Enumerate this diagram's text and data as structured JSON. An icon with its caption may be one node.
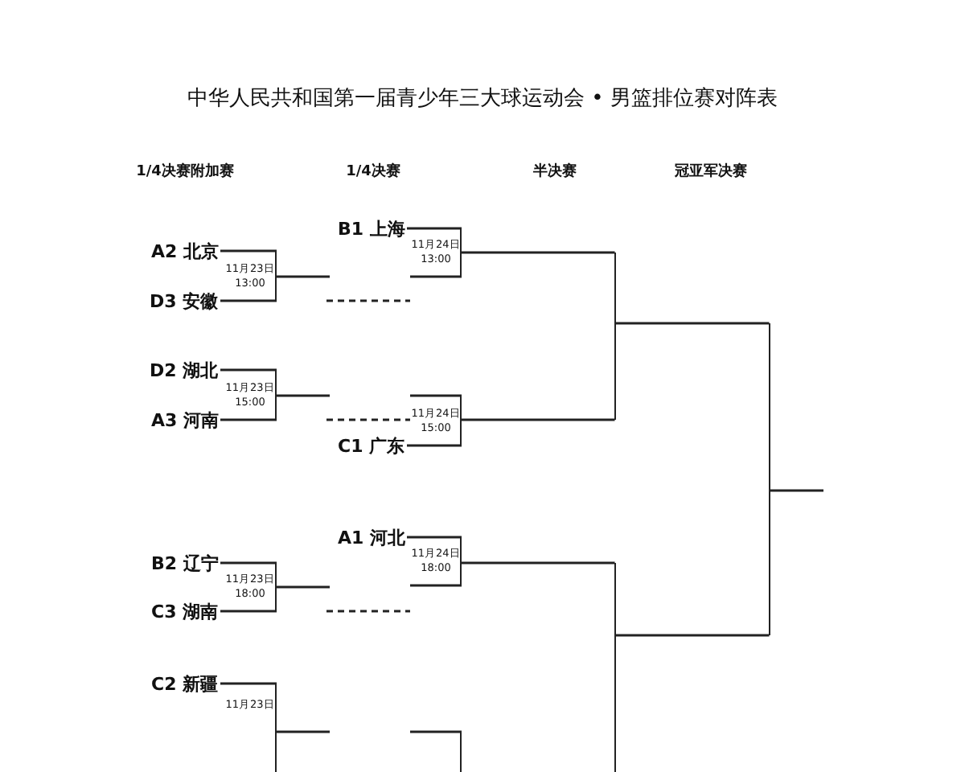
{
  "diagram": {
    "title": "中华人民共和国第一届青少年三大球运动会 • 男篮排位赛对阵表",
    "nodes": [
      {
        "text": [
          "A2 北京"
        ]
      },
      {
        "text": [
          "D3 安徽"
        ]
      },
      {
        "text": [
          "11月23日",
          "13:00"
        ]
      },
      {
        "text": [
          "D2 湖北"
        ]
      },
      {
        "text": [
          "A3 河南"
        ]
      },
      {
        "text": [
          "11月23日",
          "15:00"
        ]
      },
      {
        "text": [
          "B1 上海"
        ]
      },
      {
        "text": [
          "11月24日",
          "13:00"
        ]
      },
      {
        "text": [
          "C1 广东"
        ]
      },
      {
        "text": [
          "11月24日",
          "15:00"
        ]
      },
      {
        "text": [],
        "shape": "bracket"
      },
      {
        "text": [
          "A1 河北"
        ]
      },
      {
        "text": [
          "11月24日",
          "18:00"
        ]
      },
      {
        "text": [
          "B2 辽宁"
        ]
      },
      {
        "text": [
          "C3 湖南"
        ]
      },
      {
        "text": [
          "11月23日",
          "18:00"
        ]
      },
      {
        "text": [
          "C2 新疆"
        ]
      },
      {
        "text": [
          "11月23日"
        ]
      },
      {
        "text": [],
        "shape": "bracket"
      },
      {
        "text": [],
        "shape": "bracket"
      },
      {
        "text": [],
        "shape": "bracket"
      }
    ],
    "edges": [
      {
        "from": 0,
        "to": 2,
        "arrow": "none"
      },
      {
        "from": 1,
        "to": 2,
        "arrow": "none"
      },
      {
        "from": 2,
        "to": null,
        "arrow": "none"
      },
      {
        "from": null,
        "to": 7,
        "arrow": "none"
      },
      {
        "from": 6,
        "to": 7,
        "arrow": "none"
      },
      {
        "from": 7,
        "to": 10,
        "arrow": "none"
      },
      {
        "from": 3,
        "to": 5,
        "arrow": "none"
      },
      {
        "from": 4,
        "to": 5,
        "arrow": "none"
      },
      {
        "from": 5,
        "to": null,
        "arrow": "none"
      },
      {
        "from": null,
        "to": 9,
        "arrow": "none"
      },
      {
        "from": 8,
        "to": 9,
        "arrow": "none"
      },
      {
        "from": 9,
        "to": 10,
        "arrow": "none"
      },
      {
        "from": 10,
        "to": 20,
        "arrow": "none"
      },
      {
        "from": 11,
        "to": 12,
        "arrow": "none"
      },
      {
        "from": 12,
        "to": 19,
        "arrow": "none"
      },
      {
        "from": 13,
        "to": 15,
        "arrow": "none"
      },
      {
        "from": 14,
        "to": 15,
        "arrow": "none"
      },
      {
        "from": 15,
        "to": null,
        "arrow": "none"
      },
      {
        "from": null,
        "to": 12,
        "arrow": "none"
      },
      {
        "from": 16,
        "to": 17,
        "arrow": "none"
      },
      {
        "from": 17,
        "to": null,
        "arrow": "none"
      },
      {
        "from": null,
        "to": 18,
        "arrow": "none"
      },
      {
        "from": 19,
        "to": 20,
        "arrow": "none"
      },
      {
        "from": 20,
        "to": null,
        "arrow": "none"
      }
    ],
    "labels": [
      "1/4决赛附加赛",
      "1/4决赛",
      "半决赛",
      "冠亚军决赛"
    ]
  }
}
